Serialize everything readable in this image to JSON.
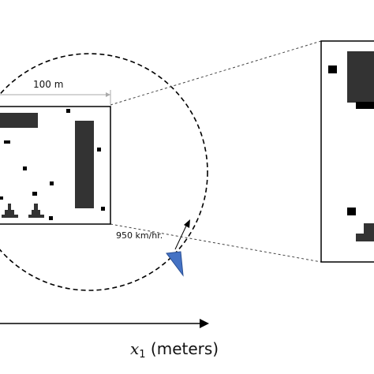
{
  "figure": {
    "scale_label": "100 m",
    "speed_label": "950 km/hr.",
    "axis_label": {
      "var": "x",
      "sub": "1",
      "unit": "(meters)"
    }
  },
  "colors": {
    "obstacle": "#333333",
    "aircraft": "#4472c4",
    "scale_line": "#aaaaaa",
    "outline": "#000000"
  }
}
